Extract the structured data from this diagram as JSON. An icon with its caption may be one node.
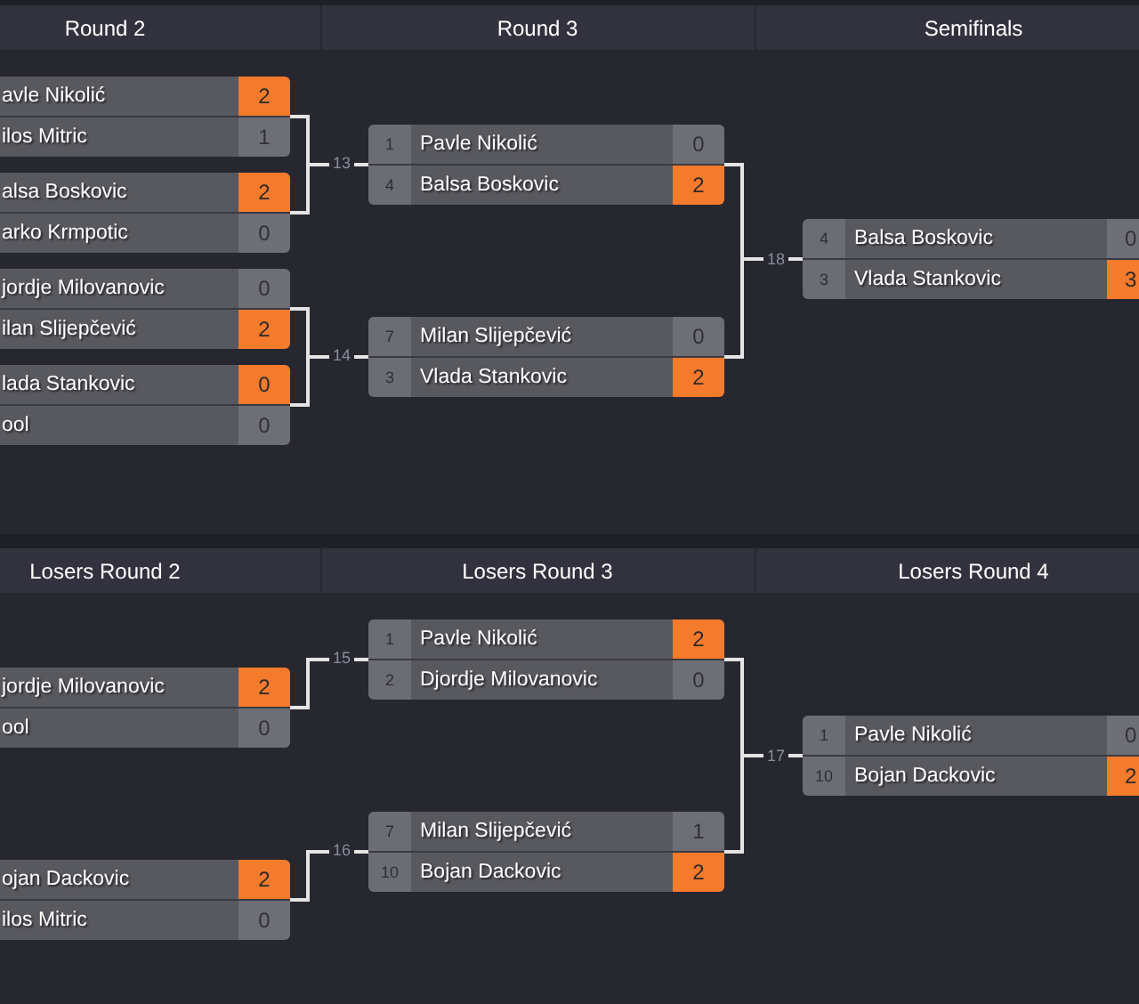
{
  "diagram": {
    "nodes": [
      {
        "text": [
          "Round 2"
        ]
      },
      {
        "text": [
          "Round 3"
        ]
      },
      {
        "text": [
          "Semifinals"
        ]
      },
      {
        "text": [
          "avle Nikolić",
          "2",
          "ilos Mitric",
          "1"
        ]
      },
      {
        "text": [
          "alsa Boskovic",
          "2",
          "arko Krmpotic",
          "0"
        ]
      },
      {
        "text": [
          "jordje Milovanovic",
          "0",
          "ilan Slijepčević",
          "2"
        ]
      },
      {
        "text": [
          "lada Stankovic",
          "0",
          "ool",
          "0"
        ]
      },
      {
        "text": [
          "1",
          "Pavle Nikolić",
          "0",
          "4",
          "Balsa Boskovic",
          "2"
        ],
        "beside": [
          "13"
        ]
      },
      {
        "text": [
          "7",
          "Milan Slijepčević",
          "0",
          "3",
          "Vlada Stankovic",
          "2"
        ],
        "beside": [
          "14"
        ]
      },
      {
        "text": [
          "4",
          "Balsa Boskovic",
          "0",
          "3",
          "Vlada Stankovic",
          "3"
        ],
        "beside": [
          "18"
        ]
      },
      {
        "text": [
          "Losers Round 2"
        ]
      },
      {
        "text": [
          "Losers Round 3"
        ]
      },
      {
        "text": [
          "Losers Round 4"
        ]
      },
      {
        "text": [
          "jordje Milovanovic",
          "2",
          "ool",
          "0"
        ]
      },
      {
        "text": [
          "ojan Dackovic",
          "2",
          "ilos Mitric",
          "0"
        ]
      },
      {
        "text": [
          "1",
          "Pavle Nikolić",
          "2",
          "2",
          "Djordje Milovanovic",
          "0"
        ],
        "beside": [
          "15"
        ]
      },
      {
        "text": [
          "7",
          "Milan Slijepčević",
          "1",
          "10",
          "Bojan Dackovic",
          "2"
        ],
        "beside": [
          "16"
        ]
      },
      {
        "text": [
          "1",
          "Pavle Nikolić",
          "0",
          "10",
          "Bojan Dackovic",
          "2"
        ],
        "beside": [
          "17"
        ]
      }
    ],
    "edges": [
      {
        "from": 3,
        "to": 7,
        "arrow": "none"
      },
      {
        "from": 4,
        "to": 7,
        "arrow": "none"
      },
      {
        "from": 5,
        "to": 8,
        "arrow": "none"
      },
      {
        "from": 6,
        "to": 8,
        "arrow": "none"
      },
      {
        "from": 7,
        "to": 9,
        "arrow": "none"
      },
      {
        "from": 8,
        "to": 9,
        "arrow": "none"
      },
      {
        "from": 13,
        "to": 15,
        "arrow": "none"
      },
      {
        "from": 14,
        "to": 16,
        "arrow": "none"
      },
      {
        "from": 15,
        "to": 17,
        "arrow": "none"
      },
      {
        "from": 16,
        "to": 17,
        "arrow": "none"
      }
    ]
  }
}
